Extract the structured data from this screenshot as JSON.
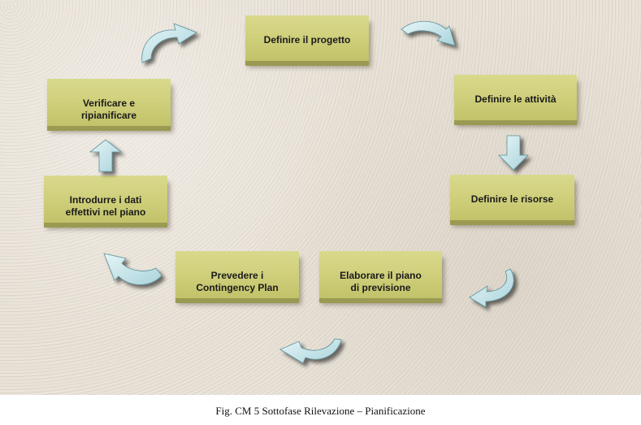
{
  "diagram": {
    "steps": [
      {
        "id": "definire-progetto",
        "label": "Definire il progetto"
      },
      {
        "id": "definire-attivita",
        "label": "Definire le attività"
      },
      {
        "id": "definire-risorse",
        "label": "Definire le risorse"
      },
      {
        "id": "elaborare-piano",
        "label": "Elaborare il piano\ndi previsione"
      },
      {
        "id": "prevedere-contingency",
        "label": "Prevedere i\nContingency Plan"
      },
      {
        "id": "introdurre-dati",
        "label": "Introdurre i dati\neffettivi nel piano"
      },
      {
        "id": "verificare-ripianificare",
        "label": "Verificare  e\nripianificare"
      }
    ],
    "box_fill": "#cdcd78",
    "arrow_fill": "#bfe0e6",
    "background": "#e8e1d6"
  },
  "caption": "Fig. CM 5 Sottofase Rilevazione – Pianificazione"
}
